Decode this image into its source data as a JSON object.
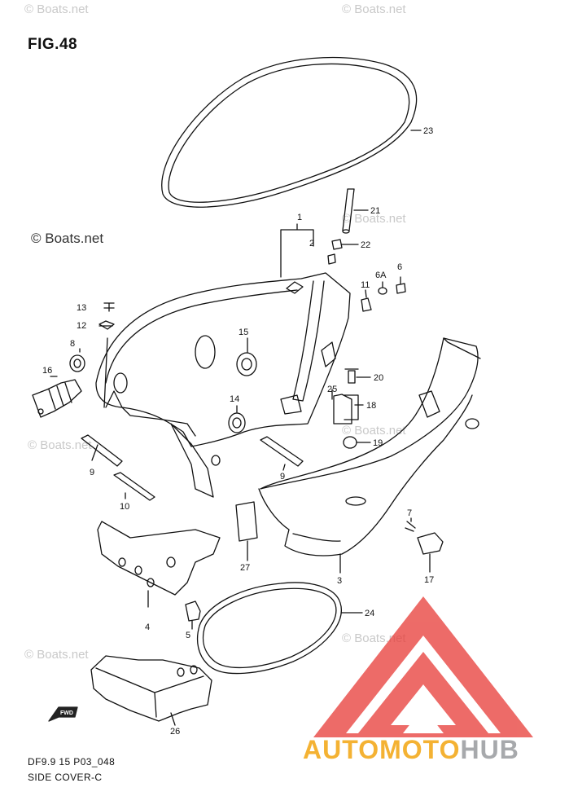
{
  "figure": {
    "title": "FIG.48",
    "model_code": "DF9.9 15 P03_048",
    "caption": "SIDE COVER-C"
  },
  "watermarks": {
    "text": "© Boats.net"
  },
  "fwd_label": "FWD",
  "brand": {
    "part_a": "AUTOMOTO",
    "part_b": "HUB",
    "color_a": "#f4b233",
    "color_b": "#a7a9ac",
    "logo_color": "#e8423e"
  },
  "callouts": [
    "1",
    "2",
    "3",
    "4",
    "5",
    "6",
    "6A",
    "7",
    "9",
    "9",
    "10",
    "11",
    "12",
    "13",
    "14",
    "15",
    "16",
    "17",
    "18",
    "19",
    "20",
    "21",
    "22",
    "23",
    "24",
    "25",
    "26",
    "27",
    "8"
  ]
}
